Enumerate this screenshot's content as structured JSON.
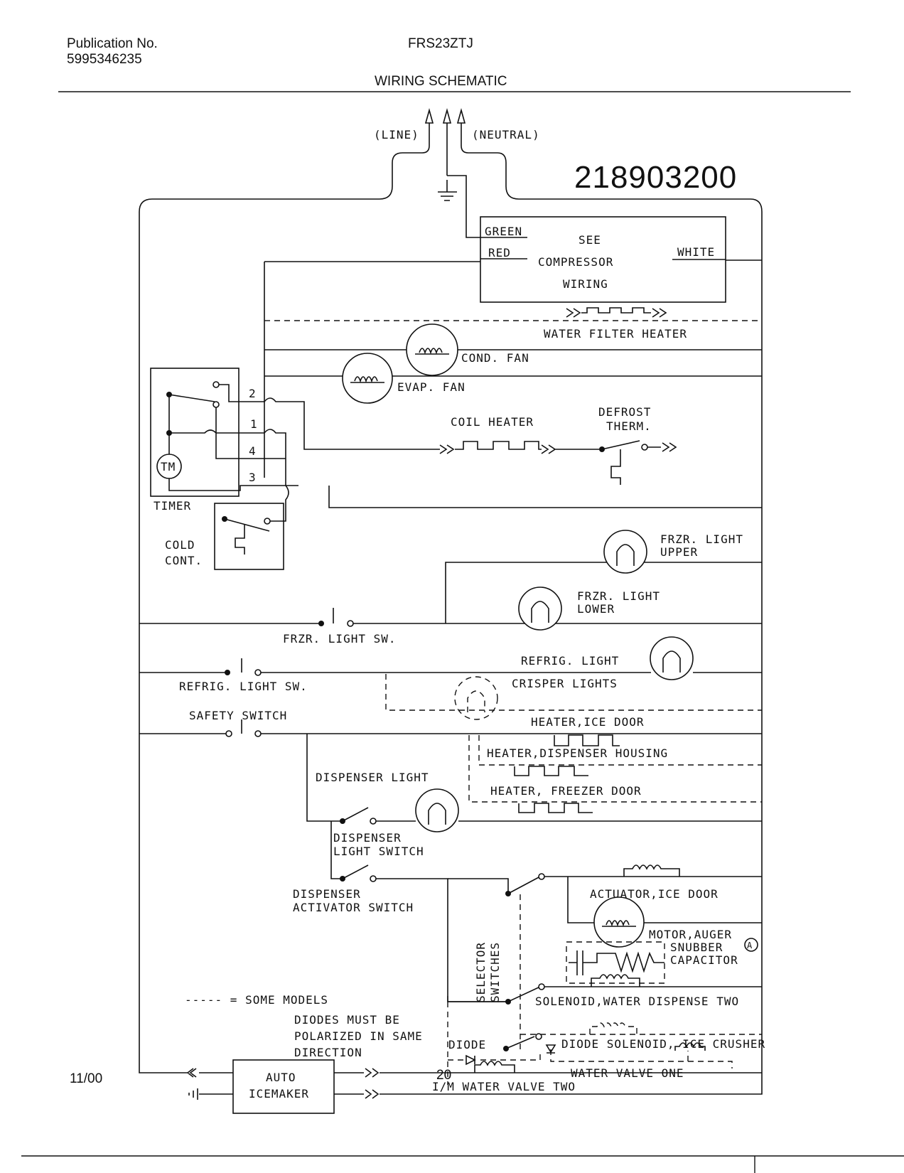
{
  "header": {
    "publication_label": "Publication No.",
    "publication_number": "5995346235",
    "model": "FRS23ZTJ",
    "title": "WIRING SCHEMATIC"
  },
  "footer": {
    "date": "11/00",
    "page_number": "20"
  },
  "diagram": {
    "part_number": "218903200",
    "supply": {
      "line": "(LINE)",
      "neutral": "(NEUTRAL)"
    },
    "compressor_box": {
      "green": "GREEN",
      "red": "RED",
      "white": "WHITE",
      "line1": "SEE",
      "line2": "COMPRESSOR",
      "line3": "WIRING"
    },
    "components": {
      "water_filter_heater": "WATER FILTER HEATER",
      "cond_fan": "COND. FAN",
      "evap_fan": "EVAP. FAN",
      "coil_heater": "COIL HEATER",
      "defrost_therm_1": "DEFROST",
      "defrost_therm_2": "THERM.",
      "timer": "TIMER",
      "timer_motor": "TM",
      "terminal_2": "2",
      "terminal_1": "1",
      "terminal_4": "4",
      "terminal_3": "3",
      "cold_cont_1": "COLD",
      "cold_cont_2": "CONT.",
      "frzr_light_upper_1": "FRZR. LIGHT",
      "frzr_light_upper_2": "UPPER",
      "frzr_light_lower_1": "FRZR. LIGHT",
      "frzr_light_lower_2": "LOWER",
      "frzr_light_sw": "FRZR. LIGHT SW.",
      "refrig_light": "REFRIG. LIGHT",
      "refrig_light_sw": "REFRIG. LIGHT SW.",
      "crisper_lights": "CRISPER LIGHTS",
      "safety_switch": "SAFETY SWITCH",
      "heater_ice_door": "HEATER,ICE DOOR",
      "heater_dispenser_housing": "HEATER,DISPENSER HOUSING",
      "dispenser_light": "DISPENSER LIGHT",
      "heater_freezer_door": "HEATER, FREEZER DOOR",
      "dispenser_light_switch_1": "DISPENSER",
      "dispenser_light_switch_2": "LIGHT SWITCH",
      "dispenser_activator_switch_1": "DISPENSER",
      "dispenser_activator_switch_2": "ACTIVATOR SWITCH",
      "selector_switches_1": "SELECTOR",
      "selector_switches_2": "SWITCHES",
      "actuator_ice_door": "ACTUATOR,ICE DOOR",
      "motor_auger": "MOTOR,AUGER",
      "snubber_capacitor_1": "SNUBBER",
      "snubber_capacitor_2": "CAPACITOR",
      "snubber_mark": "A",
      "solenoid_water_dispense_two": "SOLENOID,WATER DISPENSE TWO",
      "diode_left": "DIODE",
      "diode_solenoid_ice_crusher": "DIODE SOLENOID, ICE CRUSHER",
      "water_valve_one": "WATER VALVE ONE",
      "auto_icemaker_1": "AUTO",
      "auto_icemaker_2": "ICEMAKER",
      "im_water_valve_two": "I/M WATER VALVE TWO"
    },
    "notes": {
      "some_models": "----- = SOME MODELS",
      "diodes_1": "DIODES MUST BE",
      "diodes_2": "POLARIZED IN SAME",
      "diodes_3": "DIRECTION"
    }
  }
}
